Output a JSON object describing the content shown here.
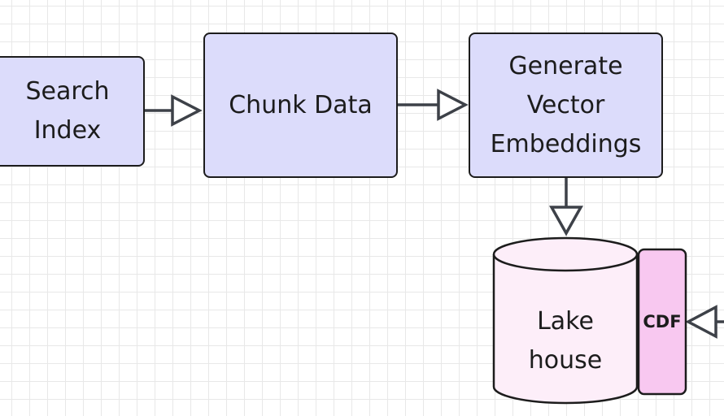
{
  "diagram": {
    "nodes": {
      "search_index": {
        "lines": [
          "Search",
          "Index"
        ]
      },
      "chunk_data": {
        "lines": [
          "Chunk Data"
        ]
      },
      "generate_embeddings": {
        "lines": [
          "Generate",
          "Vector",
          "Embeddings"
        ]
      },
      "lakehouse": {
        "lines": [
          "Lake",
          "house"
        ]
      },
      "cdf": {
        "label": "CDF"
      }
    },
    "colors": {
      "box_fill": "#dcdcfb",
      "cylinder_fill": "#fdeef9",
      "cdf_fill": "#f8c8f0",
      "stroke": "#1c1c1c",
      "connector": "#3d4148",
      "grid": "#e8e8e8"
    }
  }
}
